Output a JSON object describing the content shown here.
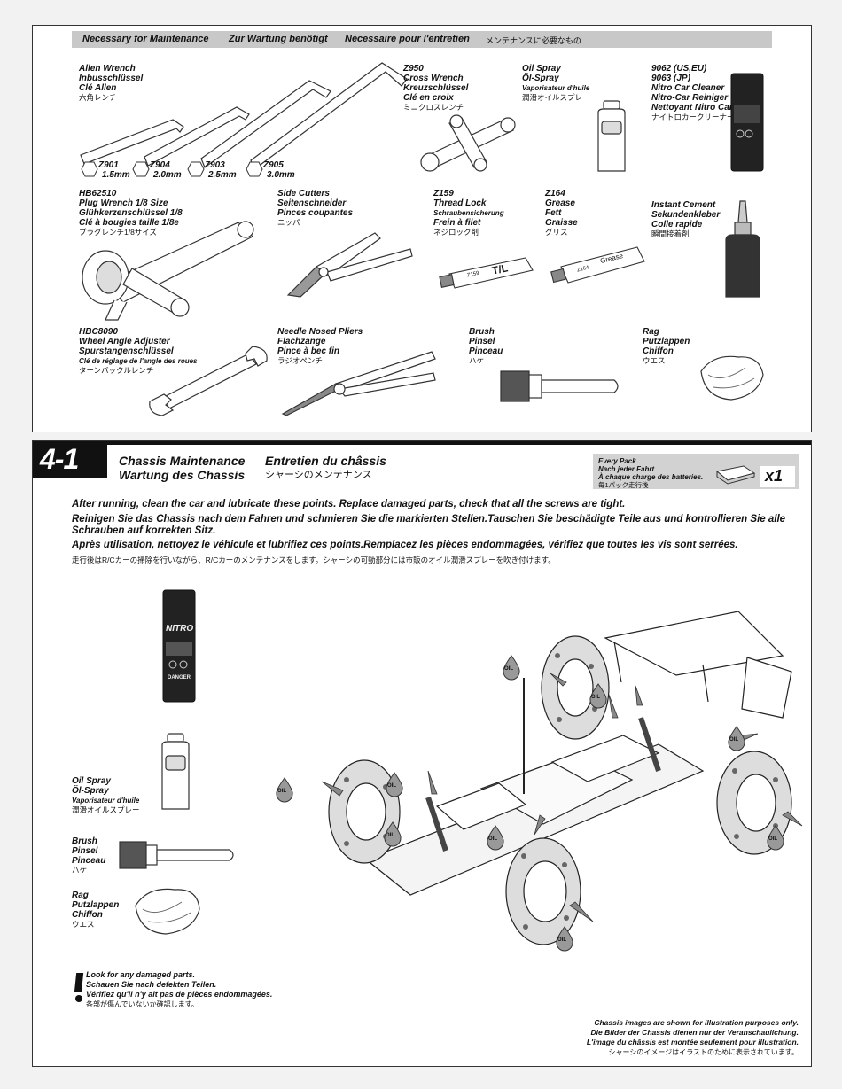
{
  "maintenance": {
    "header": {
      "en": "Necessary for Maintenance",
      "de": "Zur Wartung benötigt",
      "fr": "Nécessaire pour l'entretien",
      "jp": "メンテナンスに必要なもの"
    },
    "allen": {
      "lines": [
        "Allen Wrench",
        "Inbusschlüssel",
        "Clé Allen"
      ],
      "jp": "六角レンチ"
    },
    "allen_sizes": [
      {
        "code": "Z901",
        "size": "1.5mm"
      },
      {
        "code": "Z904",
        "size": "2.0mm"
      },
      {
        "code": "Z903",
        "size": "2.5mm"
      },
      {
        "code": "Z905",
        "size": "3.0mm"
      }
    ],
    "cross": {
      "lines": [
        "Z950",
        "Cross Wrench",
        "Kreuzschlüssel",
        "Clé en croix"
      ],
      "jp": "ミニクロスレンチ"
    },
    "oil": {
      "lines": [
        "Oil Spray",
        "Öl-Spray"
      ],
      "small": "Vaporisateur d'huile",
      "jp": "潤滑オイルスプレー"
    },
    "cleaner": {
      "lines": [
        "9062 (US,EU)",
        "9063 (JP)",
        "Nitro Car Cleaner",
        "Nitro-Car Reiniger",
        "Nettoyant Nitro Car"
      ],
      "jp": "ナイトロカークリーナー"
    },
    "plug": {
      "lines": [
        "HB62510",
        "Plug Wrench 1/8 Size",
        "Glühkerzenschlüssel 1/8",
        "Clé à bougies taille 1/8e"
      ],
      "jp": "プラグレンチ1/8サイズ"
    },
    "cutters": {
      "lines": [
        "Side Cutters",
        "Seitenschneider",
        "Pinces coupantes"
      ],
      "jp": "ニッパー"
    },
    "threadlock": {
      "lines": [
        "Z159",
        "Thread Lock"
      ],
      "small": "Schraubensicherung",
      "lines2": [
        "Frein à filet"
      ],
      "jp": "ネジロック剤",
      "tube": "T/L",
      "code": "Z159"
    },
    "grease": {
      "lines": [
        "Z164",
        "Grease",
        "Fett",
        "Graisse"
      ],
      "jp": "グリス",
      "tube": "Grease",
      "code": "Z164"
    },
    "cement": {
      "lines": [
        "Instant Cement",
        "Sekundenkleber",
        "Colle rapide"
      ],
      "jp": "瞬間接着剤"
    },
    "adjuster": {
      "lines": [
        "HBC8090",
        "Wheel Angle Adjuster",
        "Spurstangenschlüssel"
      ],
      "small": "Clé de réglage de l'angle des roues",
      "jp": "ターンバックルレンチ"
    },
    "needle": {
      "lines": [
        "Needle Nosed Pliers",
        "Flachzange",
        "Pince à bec fin"
      ],
      "jp": "ラジオペンチ"
    },
    "brush": {
      "lines": [
        "Brush",
        "Pinsel",
        "Pinceau"
      ],
      "jp": "ハケ"
    },
    "rag": {
      "lines": [
        "Rag",
        "Putzlappen",
        "Chiffon"
      ],
      "jp": "ウエス"
    }
  },
  "step": {
    "number": "4-1",
    "title_en": "Chassis Maintenance",
    "title_fr": "Entretien du châssis",
    "title_de": "Wartung des Chassis",
    "title_jp": "シャーシのメンテナンス",
    "pack": {
      "lines": [
        "Every Pack",
        "Nach jeder Fahrt",
        "À chaque charge des batteries."
      ],
      "jp": "毎1パック走行後",
      "qty": "x1"
    },
    "instructions": {
      "en": "After running, clean the car and lubricate these points. Replace damaged parts, check that all the screws are tight.",
      "de": "Reinigen Sie das Chassis nach dem Fahren und schmieren Sie die markierten Stellen.Tauschen Sie beschädigte Teile aus und kontrollieren Sie alle Schrauben auf korrekten Sitz.",
      "fr": "Après utilisation, nettoyez le véhicule et lubrifiez ces points.Remplacez les pièces endommagées, vérifiez que toutes les vis sont serrées.",
      "jp": "走行後はR/Cカーの掃除を行いながら、R/Cカーのメンテナンスをします。シャーシの可動部分には市販のオイル潤滑スプレーを吹き付けます。"
    },
    "left_items": {
      "oil": {
        "lines": [
          "Oil Spray",
          "Öl-Spray"
        ],
        "small": "Vaporisateur d'huile",
        "jp": "潤滑オイルスプレー"
      },
      "brush": {
        "lines": [
          "Brush",
          "Pinsel",
          "Pinceau"
        ],
        "jp": "ハケ"
      },
      "rag": {
        "lines": [
          "Rag",
          "Putzlappen",
          "Chiffon"
        ],
        "jp": "ウエス"
      }
    },
    "warning": {
      "lines": [
        "Look for any damaged parts.",
        "Schauen Sie nach defekten Teilen.",
        "Vérifiez qu'il n'y ait pas de pièces endommagées."
      ],
      "jp": "各部が傷んでいないか確認します。"
    },
    "oil_label": "OIL",
    "disclaimer": {
      "lines": [
        "Chassis images are shown for illustration purposes only.",
        "Die Bilder der Chassis dienen nur der  Veranschaulichung.",
        "L'image du châssis est montée seulement pour illustration."
      ],
      "jp": "シャーシのイメージはイラストのために表示されています。"
    },
    "can_brand": "NITRO",
    "can_warning": "DANGER"
  }
}
